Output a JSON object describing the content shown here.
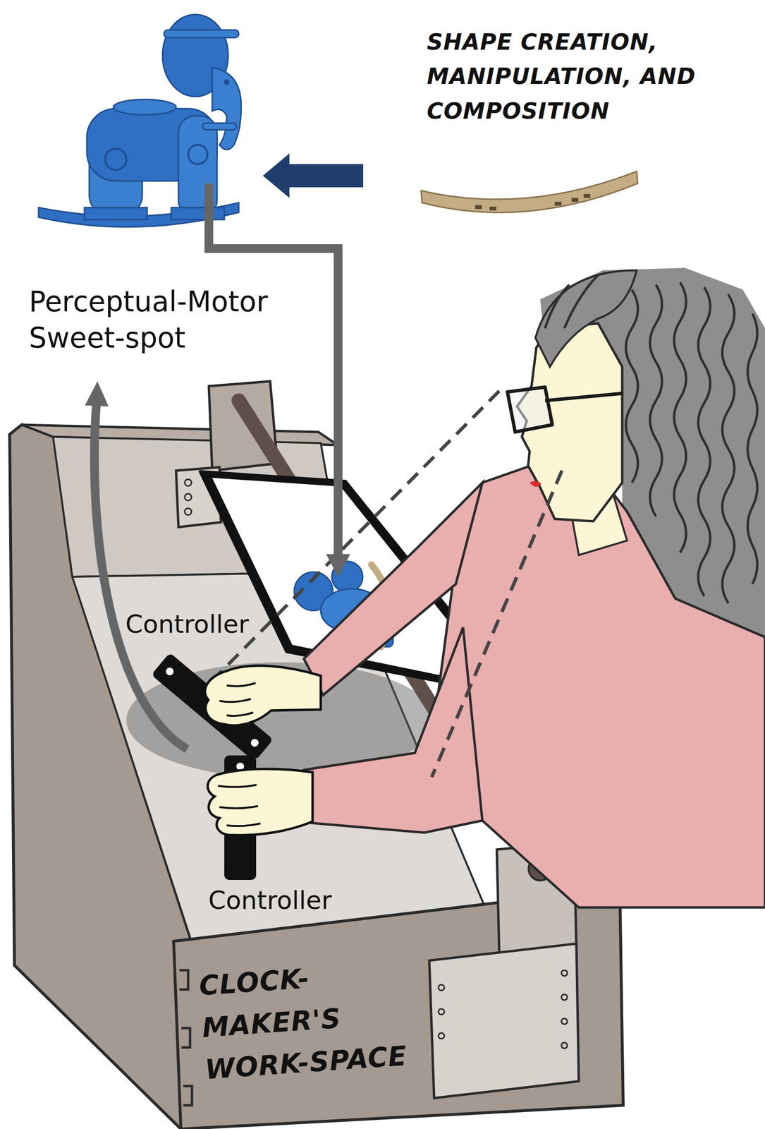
{
  "diagram": {
    "nodes": [
      {
        "text": [
          "CLOCK-MAKER'S WORK-SPACE"
        ]
      },
      {
        "text": [
          "Controller"
        ],
        "in": 0
      },
      {
        "text": [
          "Controller"
        ],
        "in": 0
      }
    ],
    "labels": [
      "SHAPE CREATION, MANIPULATION, AND COMPOSITION",
      "Perceptual-Motor Sweet-spot"
    ]
  }
}
